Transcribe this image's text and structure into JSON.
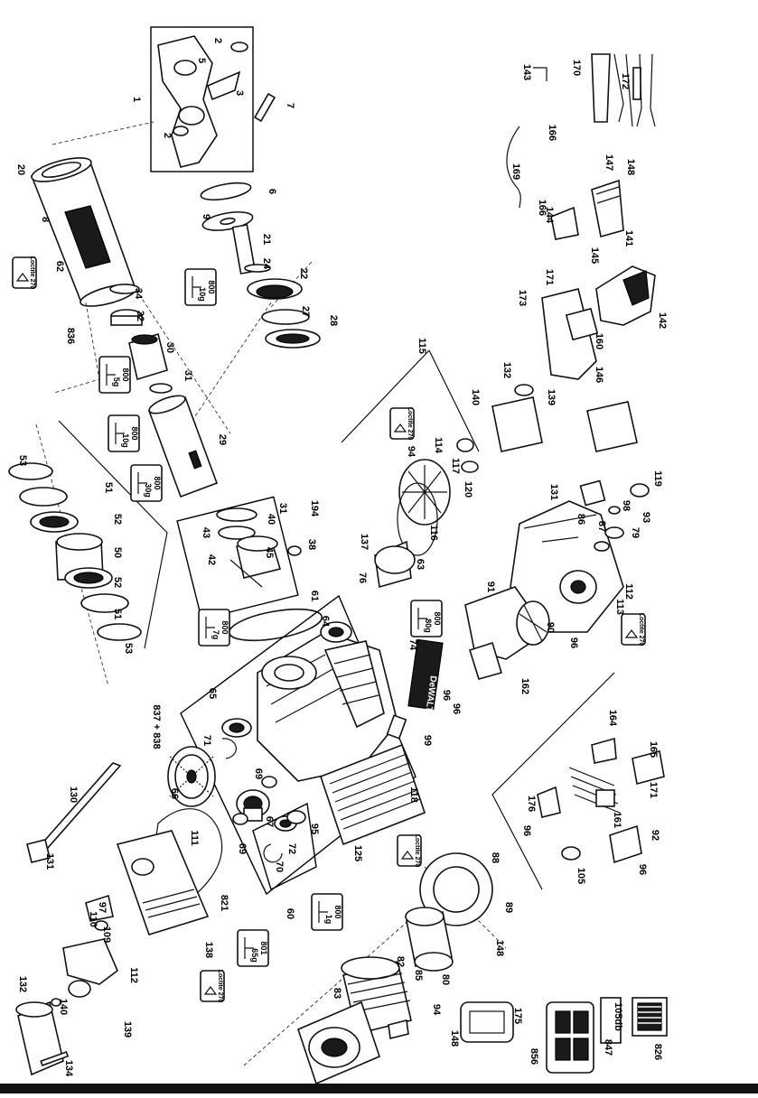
{
  "brand": "DeWALT",
  "lubricants": [
    {
      "code": "800",
      "weight": "10g"
    },
    {
      "code": "800",
      "weight": "5g"
    },
    {
      "code": "800",
      "weight": "10g"
    },
    {
      "code": "800",
      "weight": "30g"
    },
    {
      "code": "800",
      "weight": "7g"
    },
    {
      "code": "800",
      "weight": "80g"
    },
    {
      "code": "800",
      "weight": "1g"
    },
    {
      "code": "801",
      "weight": "65g"
    }
  ],
  "locktite_labels": [
    "Loctite 270",
    "Loctite 270",
    "Loctite 270",
    "Loctite 270",
    "Loctite 270"
  ],
  "callouts": [
    "1",
    "2",
    "3",
    "5",
    "2",
    "7",
    "20",
    "8",
    "6",
    "9",
    "21",
    "62",
    "24",
    "22",
    "34",
    "836",
    "32",
    "27",
    "28",
    "30",
    "31",
    "29",
    "53",
    "51",
    "52",
    "50",
    "52",
    "51",
    "53",
    "40",
    "43",
    "31",
    "194",
    "38",
    "42",
    "45",
    "61",
    "64",
    "837 + 838",
    "65",
    "71",
    "66",
    "111",
    "130",
    "131",
    "69",
    "67",
    "69",
    "70",
    "72",
    "95",
    "60",
    "125",
    "118",
    "74",
    "99",
    "96",
    "63",
    "76",
    "116",
    "120",
    "114",
    "117",
    "94",
    "115",
    "132",
    "139",
    "140",
    "146",
    "160",
    "173",
    "171",
    "145",
    "144",
    "141",
    "142",
    "147",
    "148",
    "166",
    "169",
    "166",
    "143",
    "170",
    "172",
    "131",
    "98",
    "93",
    "119",
    "79",
    "87",
    "86",
    "112",
    "113",
    "91",
    "90",
    "96",
    "162",
    "96",
    "164",
    "165",
    "171",
    "161",
    "176",
    "96",
    "92",
    "96",
    "105",
    "88",
    "89",
    "148",
    "82",
    "85",
    "80",
    "83",
    "94",
    "148",
    "175",
    "856",
    "847",
    "826",
    "821",
    "110",
    "109",
    "97",
    "138",
    "112",
    "140",
    "132",
    "139",
    "134",
    "137"
  ],
  "sound_label": "105db",
  "icons": [
    "flag-label-icon",
    "grease-tube-icon",
    "hex-key-icon",
    "brush-pair-icon",
    "label-plate-icon"
  ]
}
